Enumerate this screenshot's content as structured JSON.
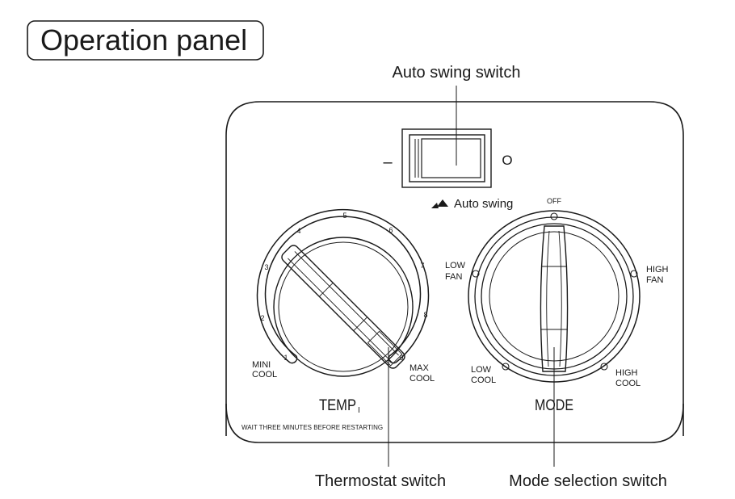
{
  "title": "Operation panel",
  "callouts": {
    "auto_swing_switch": "Auto swing switch",
    "thermostat_switch": "Thermostat switch",
    "mode_selection_switch": "Mode selection switch"
  },
  "swing_switch": {
    "left_symbol": "–",
    "right_symbol": "O",
    "label": "Auto swing"
  },
  "temp_dial": {
    "label": "TEMP",
    "label_suffix": "I",
    "numbers": [
      "1",
      "2",
      "3",
      "4",
      "5",
      "6",
      "7",
      "8",
      "9"
    ],
    "min_label": [
      "MINI",
      "COOL"
    ],
    "max_label": [
      "MAX",
      "COOL"
    ]
  },
  "mode_dial": {
    "label": "MODE",
    "off": "OFF",
    "low_fan": [
      "LOW",
      "FAN"
    ],
    "high_fan": [
      "HIGH",
      "FAN"
    ],
    "low_cool": [
      "LOW",
      "COOL"
    ],
    "high_cool": [
      "HIGH",
      "COOL"
    ]
  },
  "footer_note": "WAIT THREE MINUTES BEFORE RESTARTING"
}
